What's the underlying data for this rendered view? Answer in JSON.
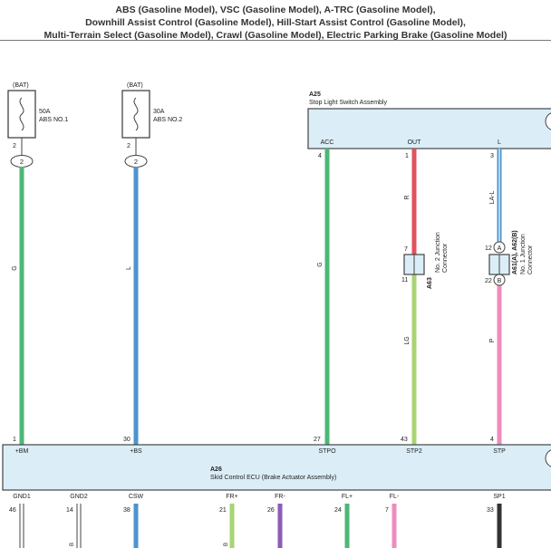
{
  "header": {
    "lines": [
      "ABS (Gasoline Model), VSC (Gasoline Model), A-TRC (Gasoline Model),",
      "Downhill Assist Control (Gasoline Model), Hill-Start Assist Control (Gasoline Model),",
      "Multi-Terrain Select (Gasoline Model), Crawl (Gasoline Model), Electric Parking Brake (Gasoline Model)"
    ]
  },
  "colors": {
    "G": "#4cb876",
    "L": "#4d94cf",
    "R": "#e0525c",
    "LG": "#a8d474",
    "P": "#ef8cbf",
    "V": "#8e5cb8",
    "B": "#333333",
    "W": "#ffffff",
    "box_fill": "#dbeef8",
    "outline": "#444444"
  },
  "fuses": [
    {
      "source": "(BAT)",
      "rating": "50A",
      "name": "ABS NO.1",
      "pin": "2",
      "connector": "2"
    },
    {
      "source": "(BAT)",
      "rating": "30A",
      "name": "ABS NO.2",
      "pin": "2",
      "connector": "2"
    }
  ],
  "stop_light_switch": {
    "code": "A25",
    "name": "Stop Light Switch Assembly",
    "pins": [
      {
        "label": "ACC",
        "number": "4"
      },
      {
        "label": "OUT",
        "number": "1"
      },
      {
        "label": "L",
        "number": "3"
      }
    ]
  },
  "junction_a63": {
    "code": "A63",
    "name_lines": [
      "No. 2 Junction",
      "Connector"
    ],
    "pin_top": "7",
    "pin_bottom": "11"
  },
  "junction_a61": {
    "code": "A61(A), A62(B)",
    "name_lines": [
      "No. 1 Junction",
      "Connector"
    ],
    "pin_top": "12",
    "pin_bottom": "22",
    "badge_top": "A",
    "badge_bottom": "B"
  },
  "wire_labels": {
    "w1": "G",
    "w2": "L",
    "w3": "G",
    "w4_upper": "R",
    "w4_lower": "LG",
    "w5_upper": "LA-L",
    "w5_lower": "P"
  },
  "ecu": {
    "code": "A26",
    "name": "Skid Control ECU (Brake Actuator Assembly)",
    "top_pins": [
      {
        "label": "+BM",
        "number": "1"
      },
      {
        "label": "+BS",
        "number": "30"
      },
      {
        "label": "STPO",
        "number": "27"
      },
      {
        "label": "STP2",
        "number": "43"
      },
      {
        "label": "STP",
        "number": "4"
      }
    ],
    "bottom_pins": [
      {
        "label": "GND1",
        "number": "46"
      },
      {
        "label": "GND2",
        "number": "14"
      },
      {
        "label": "CSW",
        "number": "38"
      },
      {
        "label": "FR+",
        "number": "21"
      },
      {
        "label": "FR-",
        "number": "26"
      },
      {
        "label": "FL+",
        "number": "24"
      },
      {
        "label": "FL-",
        "number": "7"
      },
      {
        "label": "SP1",
        "number": "33"
      }
    ]
  },
  "bottom_wire_labels": {
    "gnd2": "B",
    "fr_plus": "B"
  }
}
